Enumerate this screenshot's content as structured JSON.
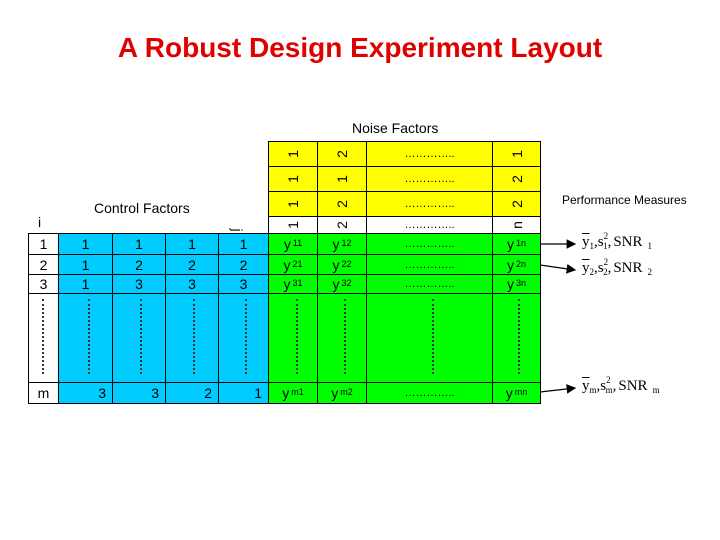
{
  "title": "A Robust Design Experiment Layout",
  "noise_label": "Noise Factors",
  "control_label": "Control Factors",
  "performance_label": "Performance Measures",
  "index_i": "i",
  "index_j": "j",
  "noise_rows": [
    [
      "1",
      "2",
      "…………..",
      "1"
    ],
    [
      "1",
      "1",
      "…………..",
      "2"
    ],
    [
      "1",
      "2",
      "…………..",
      "2"
    ],
    [
      "1",
      "2",
      "…………..",
      "n"
    ]
  ],
  "row_ids": [
    "1",
    "2",
    "3",
    "m"
  ],
  "control_rows": [
    [
      "1",
      "1",
      "1",
      "1"
    ],
    [
      "1",
      "2",
      "2",
      "2"
    ],
    [
      "1",
      "3",
      "3",
      "3"
    ],
    [
      "3",
      "3",
      "2",
      "1"
    ]
  ],
  "response_rows": [
    [
      [
        "y",
        "11"
      ],
      [
        "y",
        "12"
      ],
      [
        "…………..",
        ""
      ],
      [
        "y",
        "1n"
      ]
    ],
    [
      [
        "y",
        "21"
      ],
      [
        "y",
        "22"
      ],
      [
        "…………..",
        ""
      ],
      [
        "y",
        "2n"
      ]
    ],
    [
      [
        "y",
        "31"
      ],
      [
        "y",
        "32"
      ],
      [
        "…………..",
        ""
      ],
      [
        "y",
        "3n"
      ]
    ],
    [
      [
        "y",
        "m1"
      ],
      [
        "y",
        "m2"
      ],
      [
        "…………..",
        ""
      ],
      [
        "y",
        "mn"
      ]
    ]
  ],
  "measures": [
    {
      "ybar": "y",
      "ysub": "1",
      "s": "s",
      "sexp": "2",
      "ssub": "1",
      "snr": "SNR",
      "snrsub": "1"
    },
    {
      "ybar": "y",
      "ysub": "2",
      "s": "s",
      "sexp": "2",
      "ssub": "2",
      "snr": "SNR",
      "snrsub": "2"
    },
    {
      "ybar": "y",
      "ysub": "m",
      "s": "s",
      "sexp": "2",
      "ssub": "m",
      "snr": "SNR",
      "snrsub": "m"
    }
  ],
  "colors": {
    "title": "#e00000",
    "noise": "#ffff00",
    "control": "#00ccff",
    "response": "#00ff00"
  }
}
